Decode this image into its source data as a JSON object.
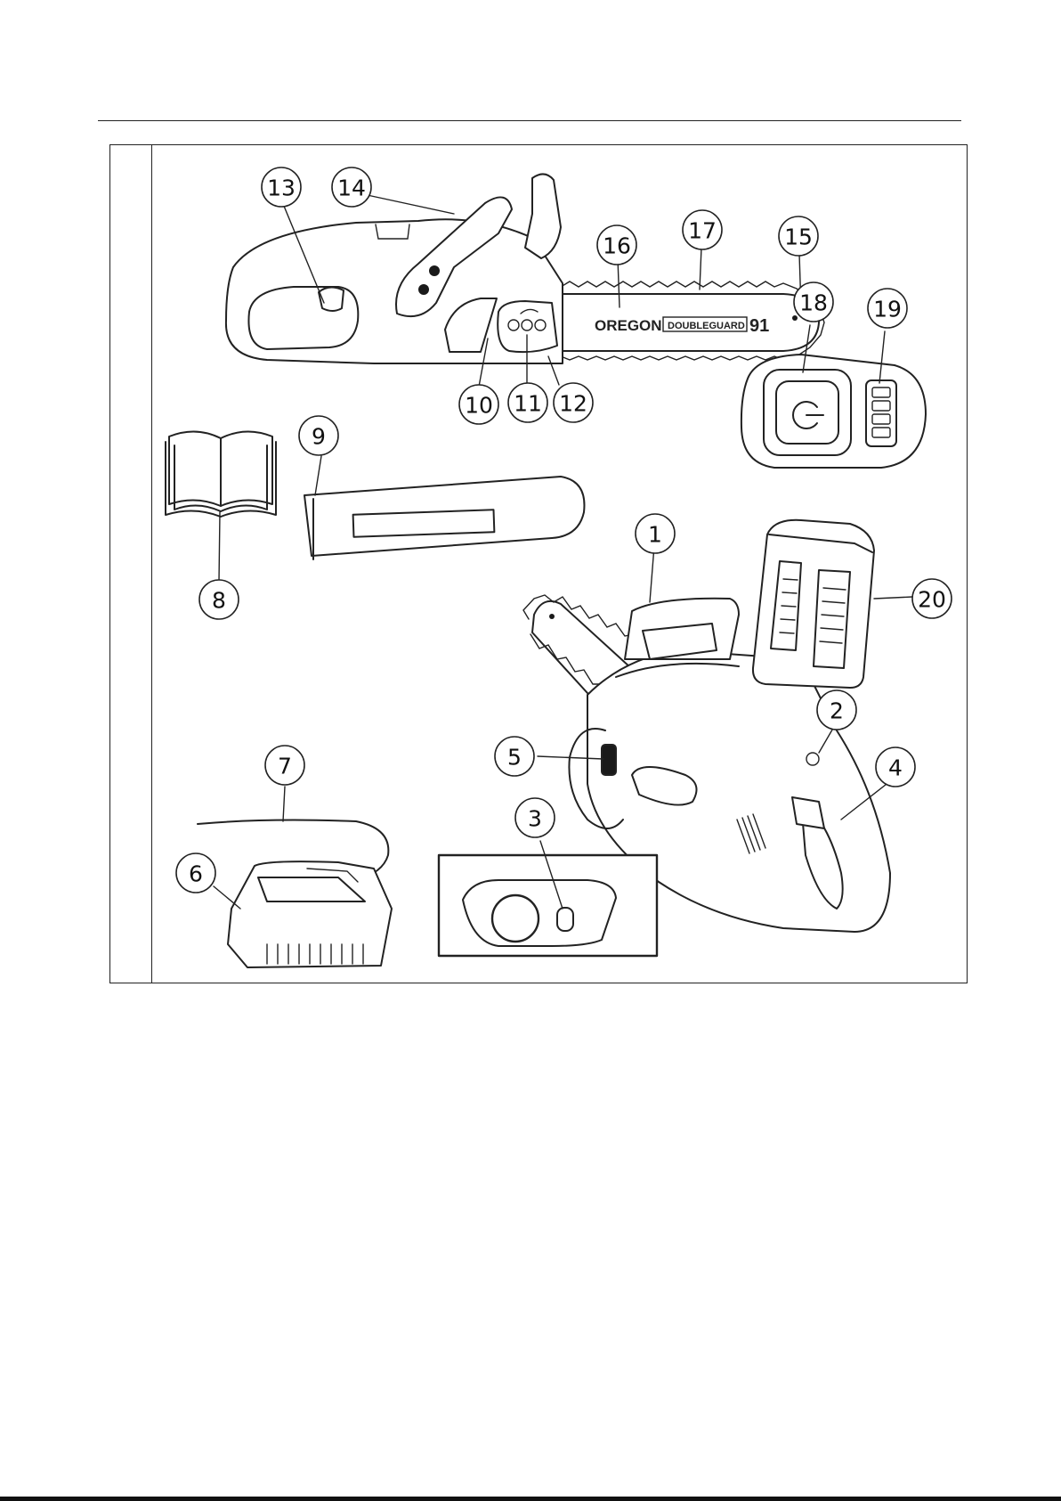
{
  "diagram": {
    "bar_brand": "OREGON",
    "bar_series": "DOUBLEGUARD",
    "bar_number": "91",
    "callouts": [
      "1",
      "2",
      "3",
      "4",
      "5",
      "6",
      "7",
      "8",
      "9",
      "10",
      "11",
      "12",
      "13",
      "14",
      "15",
      "16",
      "17",
      "18",
      "19",
      "20"
    ]
  }
}
